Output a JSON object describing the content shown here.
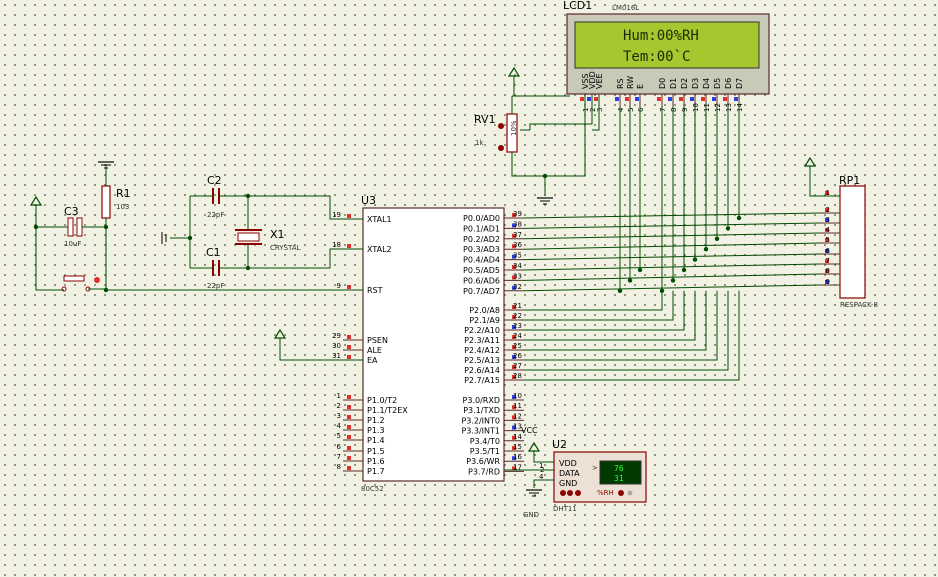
{
  "components": {
    "lcd": {
      "ref": "LCD1",
      "part": "LM016L",
      "line1": "Hum:00%RH",
      "line2": "Tem:00`C",
      "pins": [
        "VSS",
        "VDD",
        "VEE",
        "RS",
        "RW",
        "E",
        "D0",
        "D1",
        "D2",
        "D3",
        "D4",
        "D5",
        "D6",
        "D7"
      ],
      "pin_numbers": [
        "1",
        "2",
        "3",
        "4",
        "5",
        "6",
        "7",
        "8",
        "9",
        "10",
        "11",
        "12",
        "13",
        "14"
      ]
    },
    "mcu": {
      "ref": "U3",
      "part": "80C52",
      "left_pins": [
        {
          "n": "19",
          "name": "XTAL1"
        },
        {
          "n": "18",
          "name": "XTAL2"
        },
        {
          "n": "9",
          "name": "RST"
        },
        {
          "n": "29",
          "name": "PSEN"
        },
        {
          "n": "30",
          "name": "ALE"
        },
        {
          "n": "31",
          "name": "EA"
        },
        {
          "n": "1",
          "name": "P1.0/T2"
        },
        {
          "n": "2",
          "name": "P1.1/T2EX"
        },
        {
          "n": "3",
          "name": "P1.2"
        },
        {
          "n": "4",
          "name": "P1.3"
        },
        {
          "n": "5",
          "name": "P1.4"
        },
        {
          "n": "6",
          "name": "P1.5"
        },
        {
          "n": "7",
          "name": "P1.6"
        },
        {
          "n": "8",
          "name": "P1.7"
        }
      ],
      "right_pins": [
        {
          "n": "39",
          "name": "P0.0/AD0"
        },
        {
          "n": "38",
          "name": "P0.1/AD1"
        },
        {
          "n": "37",
          "name": "P0.2/AD2"
        },
        {
          "n": "36",
          "name": "P0.3/AD3"
        },
        {
          "n": "35",
          "name": "P0.4/AD4"
        },
        {
          "n": "34",
          "name": "P0.5/AD5"
        },
        {
          "n": "33",
          "name": "P0.6/AD6"
        },
        {
          "n": "32",
          "name": "P0.7/AD7"
        },
        {
          "n": "21",
          "name": "P2.0/A8"
        },
        {
          "n": "22",
          "name": "P2.1/A9"
        },
        {
          "n": "23",
          "name": "P2.2/A10"
        },
        {
          "n": "24",
          "name": "P2.3/A11"
        },
        {
          "n": "25",
          "name": "P2.4/A12"
        },
        {
          "n": "26",
          "name": "P2.5/A13"
        },
        {
          "n": "27",
          "name": "P2.6/A14"
        },
        {
          "n": "28",
          "name": "P2.7/A15"
        },
        {
          "n": "10",
          "name": "P3.0/RXD"
        },
        {
          "n": "11",
          "name": "P3.1/TXD"
        },
        {
          "n": "12",
          "name": "P3.2/INT0"
        },
        {
          "n": "13",
          "name": "P3.3/INT1"
        },
        {
          "n": "14",
          "name": "P3.4/T0"
        },
        {
          "n": "15",
          "name": "P3.5/T1"
        },
        {
          "n": "16",
          "name": "P3.6/WR"
        },
        {
          "n": "17",
          "name": "P3.7/RD"
        }
      ]
    },
    "rp1": {
      "ref": "RP1",
      "part": "RESPACK-8",
      "pin_numbers": [
        "1",
        "2",
        "3",
        "4",
        "5",
        "6",
        "7",
        "8",
        "9"
      ]
    },
    "rv1": {
      "ref": "RV1",
      "value": "1k",
      "label": "10%"
    },
    "r1": {
      "ref": "R1",
      "value": "103"
    },
    "c1": {
      "ref": "C1",
      "value": "22pF"
    },
    "c2": {
      "ref": "C2",
      "value": "22pF"
    },
    "c3": {
      "ref": "C3",
      "value": "10uF"
    },
    "x1": {
      "ref": "X1",
      "value": "CRYSTAL"
    },
    "u2": {
      "ref": "U2",
      "part": "DHT11",
      "pins": [
        "VDD",
        "DATA",
        "GND"
      ],
      "pin_numbers": [
        "1",
        "2",
        "4"
      ],
      "display_hum": "76",
      "display_tem": "31",
      "unit": "%RH",
      "arrow": ">"
    }
  },
  "net_labels": {
    "vcc": "VCC",
    "gnd": "GND"
  },
  "colors": {
    "wire": "#004d00",
    "body": "#ffffff",
    "component_red": "#8b0000",
    "pin_red": "#e0302e",
    "pin_blue": "#2c3fe0",
    "lcd_screen": "#a6c72e",
    "lcd_body": "#c9c9b7",
    "dht_body": "#ede1d5"
  }
}
